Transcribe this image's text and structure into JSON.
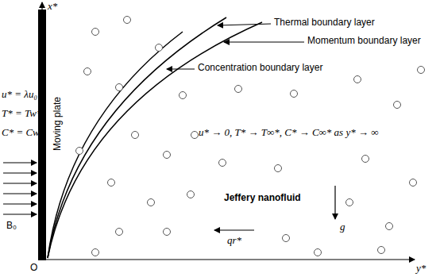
{
  "diagram": {
    "labels": [
      "x*",
      "O",
      "y*",
      "Moving plate",
      "u* = λu₀",
      "T* = Tw*",
      "C* = Cw*",
      "B₀",
      "Thermal boundary layer",
      "Momentum boundary layer",
      "Concentration boundary layer",
      "u* → 0, T* → T∞*, C* → C∞* as y* → ∞",
      "Jeffery nanofluid",
      "g",
      "qr*"
    ]
  }
}
